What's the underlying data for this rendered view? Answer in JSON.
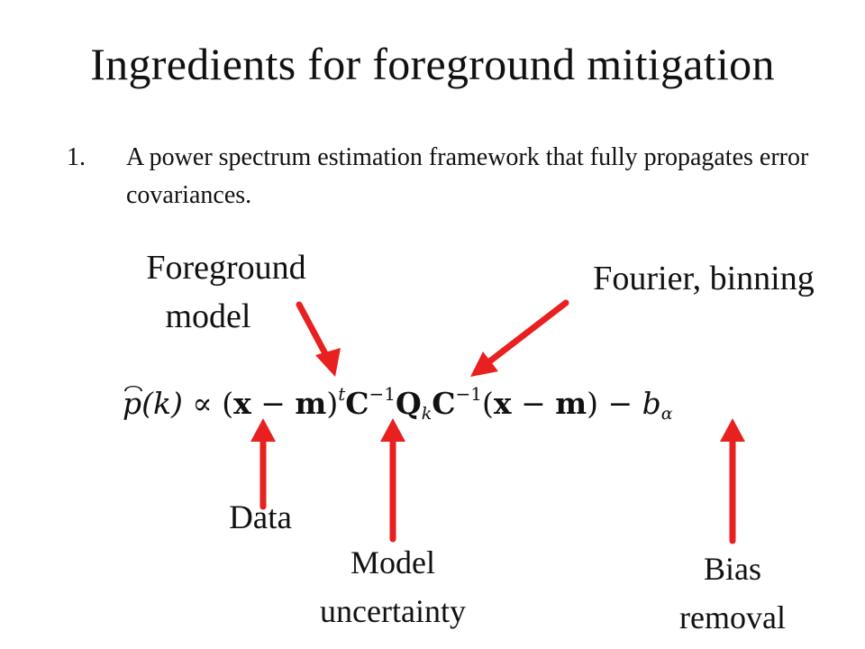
{
  "slide": {
    "title": "Ingredients for foreground mitigation",
    "list_item": {
      "number": "1.",
      "text": "A power spectrum estimation framework that fully propagates error covariances."
    }
  },
  "formula": {
    "p": "p",
    "k_group": "(k)",
    "propto": "∝",
    "open1": "(",
    "x1": "x",
    "minus1": " − ",
    "m1": "m",
    "close1": ")",
    "t": "t",
    "C1": "C",
    "inv1": "−1",
    "Q": "Q",
    "k_sub": "k",
    "C2": "C",
    "inv2": "−1",
    "open2": "(",
    "x2": "x",
    "minus2": " − ",
    "m2": "m",
    "close2": ")",
    "minus3": " − ",
    "b": "b",
    "alpha": "α"
  },
  "annotations": {
    "foreground_line1": "Foreground",
    "foreground_line2": "model",
    "fourier": "Fourier, binning",
    "data": "Data",
    "model_line1": "Model",
    "model_line2": "uncertainty",
    "bias_line1": "Bias",
    "bias_line2": "removal"
  },
  "colors": {
    "arrow": "#e8201f",
    "text": "#111111",
    "background": "#ffffff"
  }
}
